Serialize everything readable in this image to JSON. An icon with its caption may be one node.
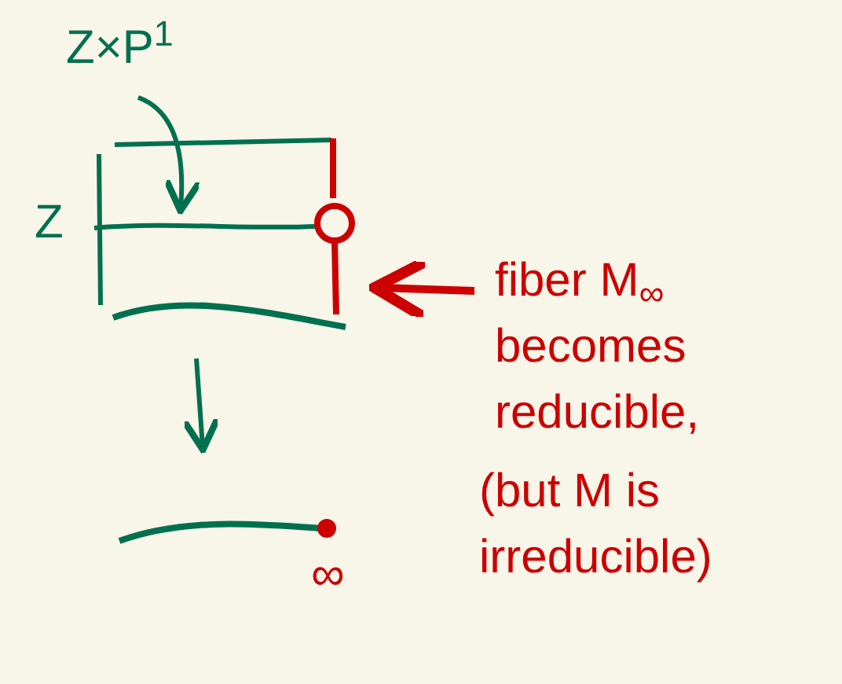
{
  "diagram": {
    "nodes": [
      {
        "text": [
          "Z×P$^{1}$"
        ]
      },
      {
        "text": [],
        "shape": "picture"
      },
      {
        "text": [],
        "shape": "bar"
      },
      {
        "text": [
          "fiber M$_{∞}$ becomes reducible,",
          "(but M is irreducible)"
        ]
      },
      {
        "text": [],
        "shape": "picture"
      }
    ],
    "edges": [
      {
        "from": 0,
        "to": 1,
        "arrow": "to"
      },
      {
        "from": 3,
        "to": 2,
        "arrow": "to",
        "color": "#cc0000"
      },
      {
        "from": 1,
        "to": 4,
        "arrow": "to"
      }
    ],
    "labels": [
      "Z",
      "∞"
    ]
  }
}
